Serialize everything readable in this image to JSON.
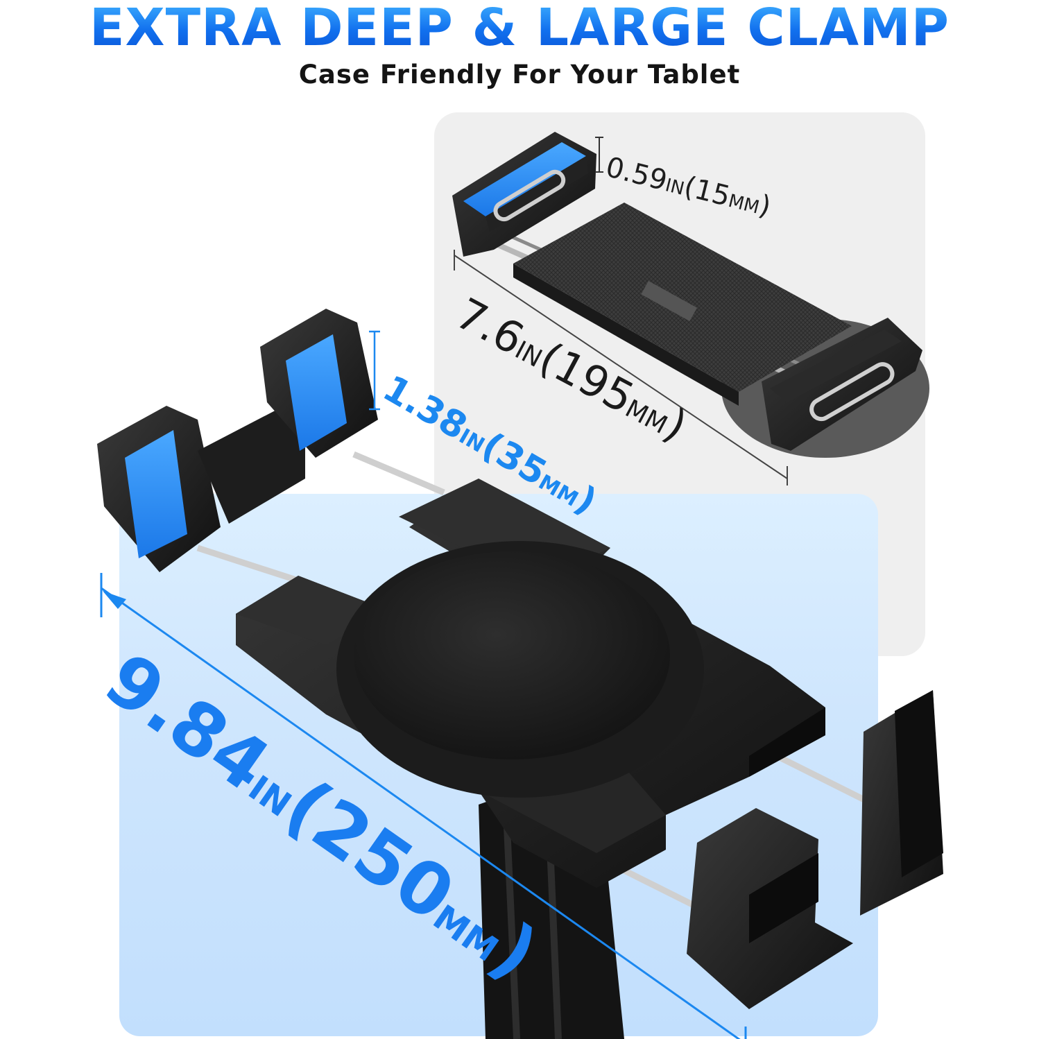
{
  "headline": "EXTRA DEEP & LARGE CLAMP",
  "subheadline": "Case Friendly For Your Tablet",
  "dimensions": {
    "clamp_depth_small": {
      "value": "0.59",
      "unit_in": "IN",
      "metric": "(15",
      "unit_mm": "MM",
      "close": ")"
    },
    "small_width": {
      "value": "7.6",
      "unit_in": "IN",
      "metric": "(195",
      "unit_mm": "MM",
      "close": ")"
    },
    "clamp_depth_large": {
      "value": "1.38",
      "unit_in": "IN",
      "metric": "(35",
      "unit_mm": "MM",
      "close": ")"
    },
    "large_width": {
      "value": "9.84",
      "unit_in": "IN",
      "metric": "(250",
      "unit_mm": "MM",
      "close": ")"
    }
  },
  "colors": {
    "accent_blue": "#1a7cf2",
    "pad_blue": "#2a8ff2",
    "holder_black": "#1c1c1c",
    "panel_grey": "#efefef"
  }
}
